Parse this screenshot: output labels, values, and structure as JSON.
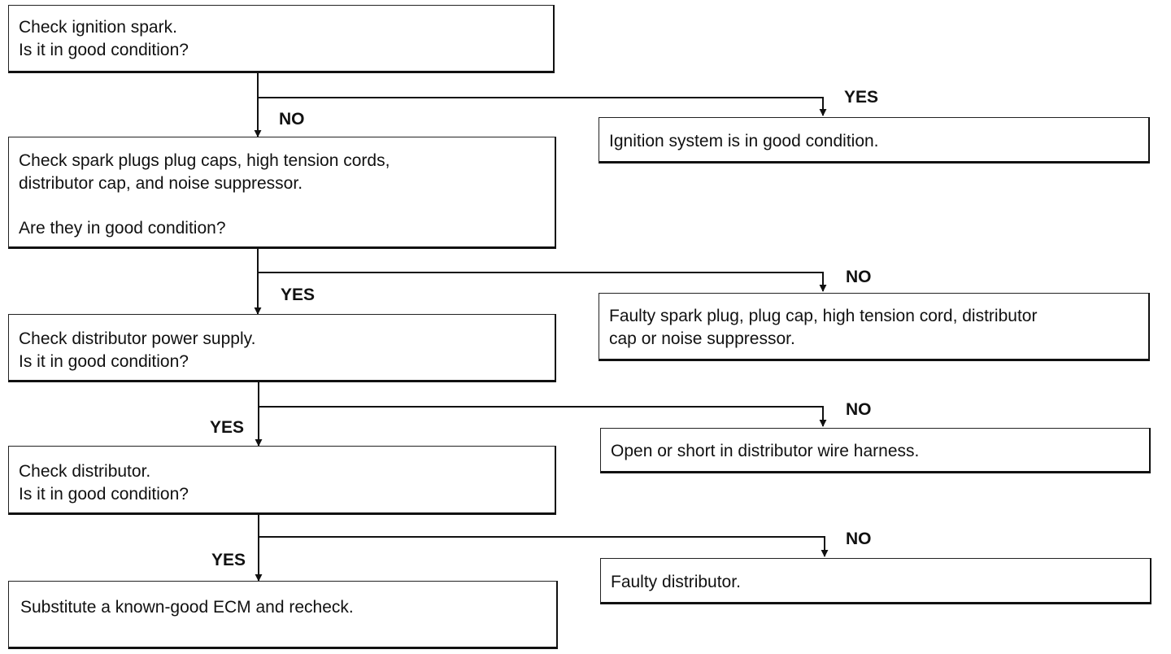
{
  "steps": [
    {
      "lines": [
        "Check ignition spark.",
        "Is it in good condition?"
      ]
    },
    {
      "lines": [
        "Check spark plugs plug caps, high tension cords,",
        "distributor cap, and noise suppressor."
      ],
      "question": "Are they in good condition?"
    },
    {
      "lines": [
        "Check distributor power supply.",
        "Is it in good condition?"
      ]
    },
    {
      "lines": [
        "Check distributor.",
        "Is it in good condition?"
      ]
    },
    {
      "lines": [
        "Substitute a known-good ECM and recheck."
      ]
    }
  ],
  "outcomes": [
    {
      "lines": [
        "Ignition system is in good condition."
      ]
    },
    {
      "lines": [
        "Faulty spark plug, plug cap, high tension cord, distributor",
        "cap or noise suppressor."
      ]
    },
    {
      "lines": [
        "Open or short in distributor wire harness."
      ]
    },
    {
      "lines": [
        "Faulty distributor."
      ]
    }
  ],
  "branch_labels": {
    "step1_down": "NO",
    "step1_right": "YES",
    "step2_down": "YES",
    "step2_right": "NO",
    "step3_down": "YES",
    "step3_right": "NO",
    "step4_down": "YES",
    "step4_right": "NO"
  }
}
